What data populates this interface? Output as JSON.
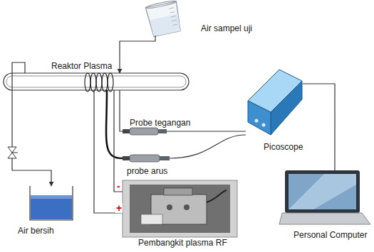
{
  "diagram": {
    "nodes": [
      {
        "text": [
          "Air sampel uji"
        ]
      },
      {
        "text": [
          "Reaktor Plasma"
        ]
      },
      {
        "text": [
          "Probe tegangan"
        ]
      },
      {
        "text": [
          "probe arus"
        ]
      },
      {
        "text": [
          "Picoscope"
        ]
      },
      {
        "text": [
          "Air bersih"
        ]
      },
      {
        "text": [
          "Pembangkit plasma RF"
        ]
      },
      {
        "text": [
          "Personal Computer"
        ]
      }
    ],
    "edges": [
      {
        "from": 0,
        "to": 1,
        "arrow": "to"
      },
      {
        "from": 1,
        "to": 5,
        "arrow": "to"
      },
      {
        "from": 1,
        "to": 2,
        "arrow": "none"
      },
      {
        "from": 1,
        "to": 3,
        "arrow": "none"
      },
      {
        "from": 1,
        "to": 6,
        "label": "-",
        "arrow": "none"
      },
      {
        "from": 1,
        "to": 6,
        "label": "+",
        "arrow": "none"
      },
      {
        "from": 2,
        "to": 4,
        "arrow": "none"
      },
      {
        "from": 3,
        "to": 4,
        "arrow": "none"
      },
      {
        "from": 4,
        "to": 7,
        "arrow": "none"
      }
    ]
  }
}
